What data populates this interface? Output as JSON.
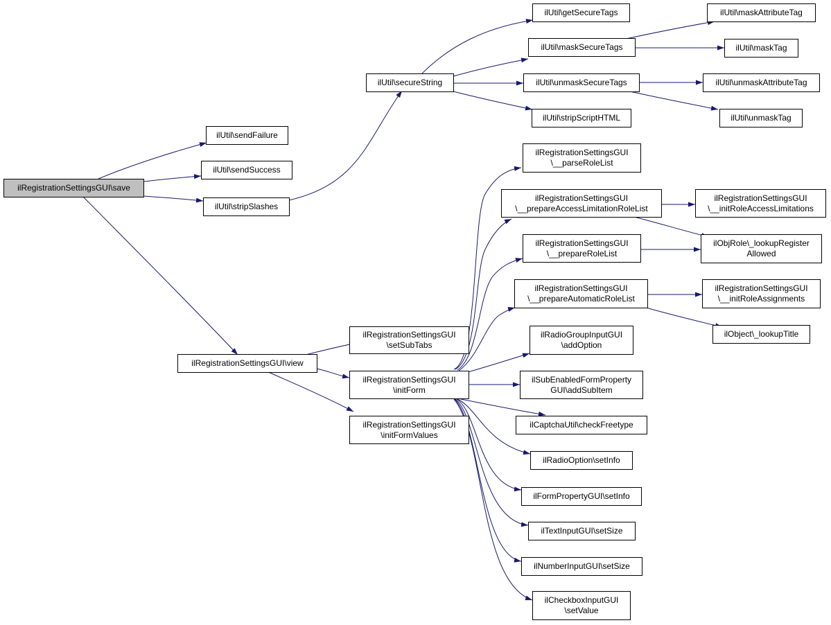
{
  "colors": {
    "edge": "#191970",
    "root_fill": "#bfbfbf",
    "node_fill": "#ffffff",
    "border": "#000000"
  },
  "nodes": {
    "save": {
      "lines": [
        "ilRegistrationSettingsGUI\\save"
      ]
    },
    "sendFailure": {
      "lines": [
        "ilUtil\\sendFailure"
      ]
    },
    "sendSuccess": {
      "lines": [
        "ilUtil\\sendSuccess"
      ]
    },
    "stripSlashes": {
      "lines": [
        "ilUtil\\stripSlashes"
      ]
    },
    "secureString": {
      "lines": [
        "ilUtil\\secureString"
      ]
    },
    "getSecureTags": {
      "lines": [
        "ilUtil\\getSecureTags"
      ]
    },
    "maskSecureTags": {
      "lines": [
        "ilUtil\\maskSecureTags"
      ]
    },
    "unmaskSecureTags": {
      "lines": [
        "ilUtil\\unmaskSecureTags"
      ]
    },
    "stripScriptHTML": {
      "lines": [
        "ilUtil\\stripScriptHTML"
      ]
    },
    "maskAttributeTag": {
      "lines": [
        "ilUtil\\maskAttributeTag"
      ]
    },
    "maskTag": {
      "lines": [
        "ilUtil\\maskTag"
      ]
    },
    "unmaskAttributeTag": {
      "lines": [
        "ilUtil\\unmaskAttributeTag"
      ]
    },
    "unmaskTag": {
      "lines": [
        "ilUtil\\unmaskTag"
      ]
    },
    "view": {
      "lines": [
        "ilRegistrationSettingsGUI\\view"
      ]
    },
    "setSubTabs": {
      "lines": [
        "ilRegistrationSettingsGUI",
        "\\setSubTabs"
      ]
    },
    "initForm": {
      "lines": [
        "ilRegistrationSettingsGUI",
        "\\initForm"
      ]
    },
    "initFormValues": {
      "lines": [
        "ilRegistrationSettingsGUI",
        "\\initFormValues"
      ]
    },
    "parseRoleList": {
      "lines": [
        "ilRegistrationSettingsGUI",
        "\\__parseRoleList"
      ]
    },
    "prepareAccessLimitationRoleList": {
      "lines": [
        "ilRegistrationSettingsGUI",
        "\\__prepareAccessLimitationRoleList"
      ]
    },
    "prepareRoleList": {
      "lines": [
        "ilRegistrationSettingsGUI",
        "\\__prepareRoleList"
      ]
    },
    "prepareAutomaticRoleList": {
      "lines": [
        "ilRegistrationSettingsGUI",
        "\\__prepareAutomaticRoleList"
      ]
    },
    "initRoleAccessLimitations": {
      "lines": [
        "ilRegistrationSettingsGUI",
        "\\__initRoleAccessLimitations"
      ]
    },
    "lookupRegisterAllowed": {
      "lines": [
        "ilObjRole\\_lookupRegister",
        "Allowed"
      ]
    },
    "initRoleAssignments": {
      "lines": [
        "ilRegistrationSettingsGUI",
        "\\__initRoleAssignments"
      ]
    },
    "lookupTitle": {
      "lines": [
        "ilObject\\_lookupTitle"
      ]
    },
    "addOption": {
      "lines": [
        "ilRadioGroupInputGUI",
        "\\addOption"
      ]
    },
    "addSubItem": {
      "lines": [
        "ilSubEnabledFormProperty",
        "GUI\\addSubItem"
      ]
    },
    "checkFreetype": {
      "lines": [
        "ilCaptchaUtil\\checkFreetype"
      ]
    },
    "radioSetInfo": {
      "lines": [
        "ilRadioOption\\setInfo"
      ]
    },
    "formPropSetInfo": {
      "lines": [
        "ilFormPropertyGUI\\setInfo"
      ]
    },
    "textSetSize": {
      "lines": [
        "ilTextInputGUI\\setSize"
      ]
    },
    "numberSetSize": {
      "lines": [
        "ilNumberInputGUI\\setSize"
      ]
    },
    "checkboxSetValue": {
      "lines": [
        "ilCheckboxInputGUI",
        "\\setValue"
      ]
    }
  }
}
